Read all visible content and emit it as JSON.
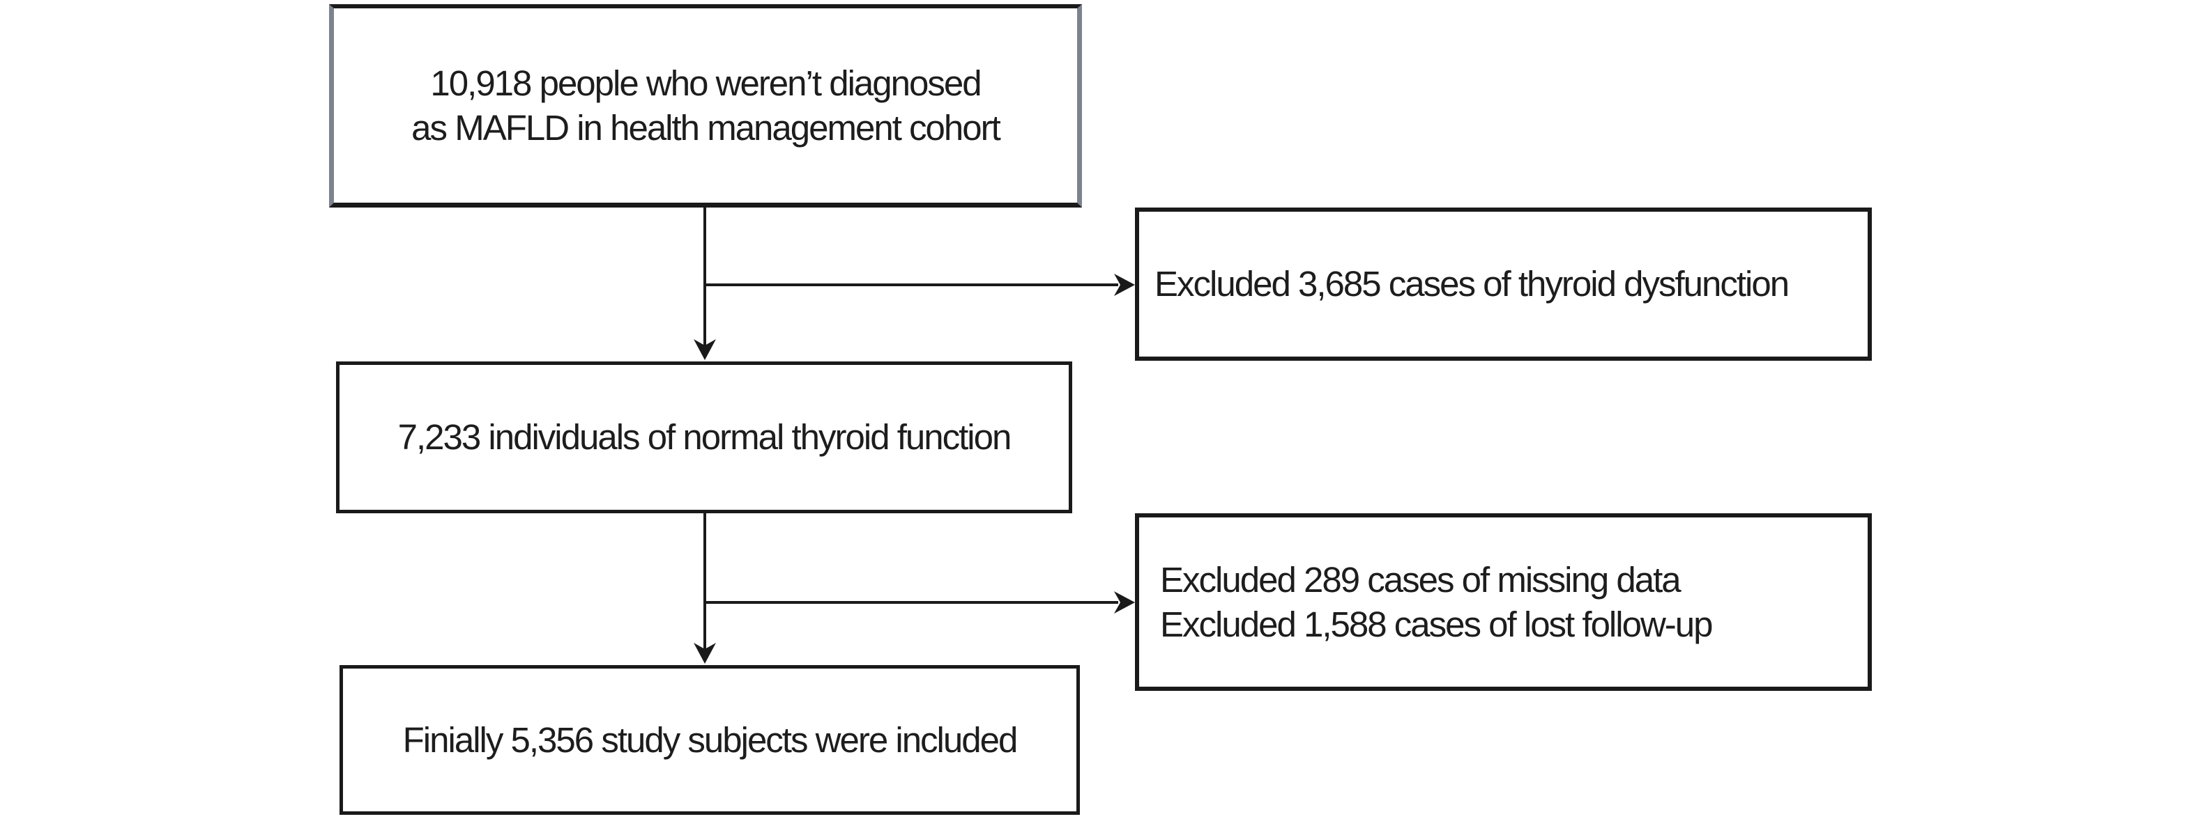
{
  "diagram": {
    "type": "flowchart",
    "background_color": "#ffffff",
    "line_color": "#1a1a1a",
    "text_color": "#1d1d1d",
    "initial_box_side_border_color": "#7d838e",
    "nodes": [
      {
        "id": "initial-cohort",
        "lines": [
          "10,918 people who weren’t diagnosed",
          "as MAFLD in health management cohort"
        ],
        "count": 10918
      },
      {
        "id": "excluded-thyroid-dysfunction",
        "lines": [
          "Excluded 3,685 cases of thyroid dysfunction"
        ],
        "count": 3685
      },
      {
        "id": "normal-thyroid-function",
        "lines": [
          "7,233 individuals of normal thyroid function"
        ],
        "count": 7233
      },
      {
        "id": "excluded-missing-and-followup",
        "lines": [
          "Excluded 289 cases of missing data",
          "Excluded 1,588 cases of lost follow-up"
        ],
        "counts": [
          289,
          1588
        ]
      },
      {
        "id": "final-included",
        "lines": [
          "Finially 5,356 study subjects were included"
        ],
        "count": 5356
      }
    ],
    "edges": [
      {
        "from": "initial-cohort",
        "to": "normal-thyroid-function",
        "style": "arrow-down"
      },
      {
        "from": "initial-cohort",
        "to": "excluded-thyroid-dysfunction",
        "style": "arrow-right-branch"
      },
      {
        "from": "normal-thyroid-function",
        "to": "final-included",
        "style": "arrow-down"
      },
      {
        "from": "normal-thyroid-function",
        "to": "excluded-missing-and-followup",
        "style": "arrow-right-branch"
      }
    ]
  }
}
